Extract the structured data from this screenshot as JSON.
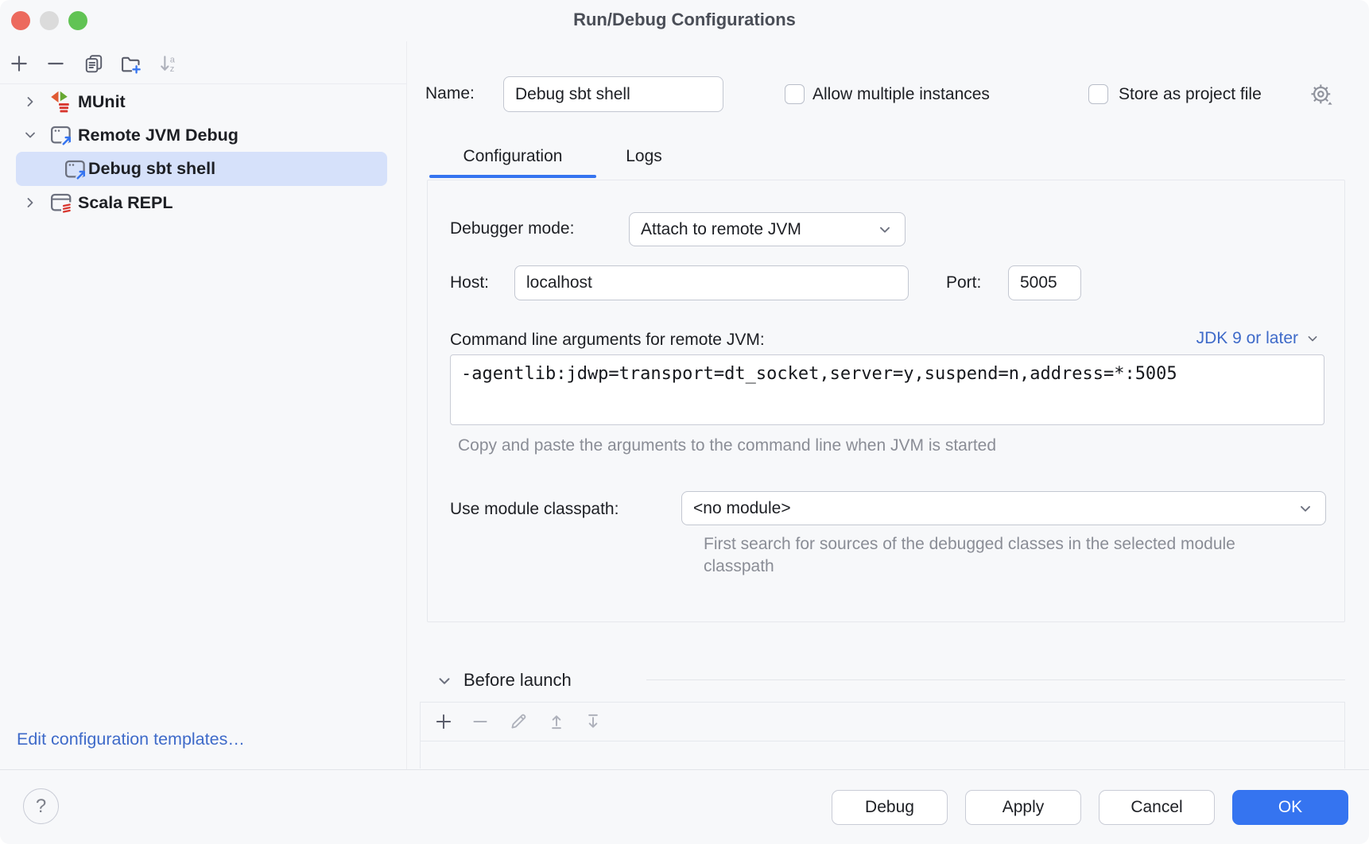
{
  "window": {
    "title": "Run/Debug Configurations"
  },
  "sidebar": {
    "toolbar": {
      "items": [
        "add",
        "remove",
        "copy-configuration",
        "new-folder",
        "sort-configurations"
      ]
    },
    "tree": [
      {
        "label": "MUnit",
        "state": "collapsed",
        "level": 0,
        "selected": false
      },
      {
        "label": "Remote JVM Debug",
        "state": "expanded",
        "level": 0,
        "selected": false
      },
      {
        "label": "Debug sbt shell",
        "state": "leaf",
        "level": 1,
        "selected": true
      },
      {
        "label": "Scala REPL",
        "state": "collapsed",
        "level": 0,
        "selected": false
      }
    ],
    "edit_templates_link": "Edit configuration templates…"
  },
  "header": {
    "name_label": "Name:",
    "name_value": "Debug sbt shell",
    "allow_multiple_label": "Allow multiple instances",
    "allow_multiple_checked": false,
    "store_label": "Store as project file",
    "store_checked": false
  },
  "tabs": [
    {
      "label": "Configuration",
      "active": true
    },
    {
      "label": "Logs",
      "active": false
    }
  ],
  "form": {
    "debugger_mode_label": "Debugger mode:",
    "debugger_mode_value": "Attach to remote JVM",
    "host_label": "Host:",
    "host_value": "localhost",
    "port_label": "Port:",
    "port_value": "5005",
    "cmdline_label": "Command line arguments for remote JVM:",
    "jdk_selector_value": "JDK 9 or later",
    "cmdline_value": "-agentlib:jdwp=transport=dt_socket,server=y,suspend=n,address=*:5005",
    "cmdline_hint": "Copy and paste the arguments to the command line when JVM is started",
    "module_label": "Use module classpath:",
    "module_value": "<no module>",
    "module_hint": "First search for sources of the debugged classes in the selected module classpath"
  },
  "before_launch": {
    "title": "Before launch",
    "toolbar": {
      "items": [
        "add",
        "remove",
        "edit",
        "move-up",
        "move-down"
      ]
    }
  },
  "footer": {
    "help_label": "?",
    "debug_label": "Debug",
    "apply_label": "Apply",
    "cancel_label": "Cancel",
    "ok_label": "OK"
  },
  "colors": {
    "accent": "#3574F0",
    "link": "#3E6AC9",
    "selection_background": "#D6E1FA",
    "dialog_background": "#F7F8FA",
    "traffic_close": "#EC6A5E",
    "traffic_minimize_disabled": "#DBDBDB",
    "traffic_zoom": "#61C354",
    "scala_red": "#D8372F",
    "munit_green": "#67A832"
  }
}
